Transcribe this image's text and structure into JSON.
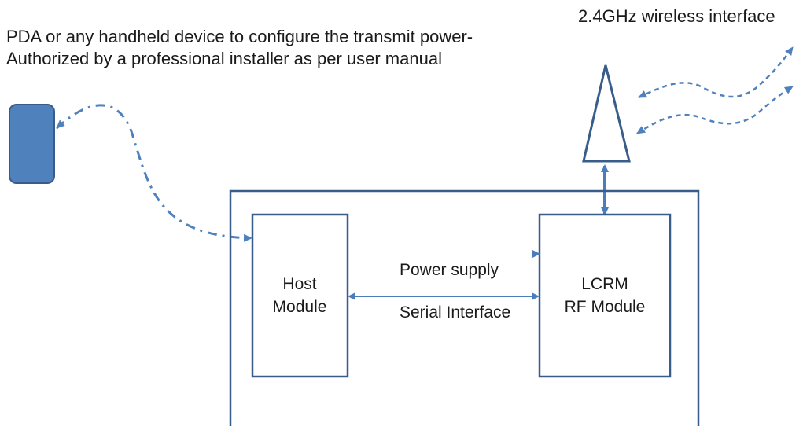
{
  "caption": {
    "line1": "PDA or any handheld device to configure the transmit power-",
    "line2": "Authorized by a professional installer as per user manual"
  },
  "wireless_label": "2.4GHz wireless interface",
  "host_module": {
    "line1": "Host",
    "line2": "Module"
  },
  "rf_module": {
    "line1": "LCRM",
    "line2": "RF Module"
  },
  "links": {
    "power": "Power supply",
    "serial": "Serial Interface"
  },
  "colors": {
    "line": "#4a7ebb",
    "dashed": "#4f81bd",
    "device_fill": "#4f81bd",
    "device_stroke": "#385d8a",
    "text": "#1a1a1a"
  }
}
